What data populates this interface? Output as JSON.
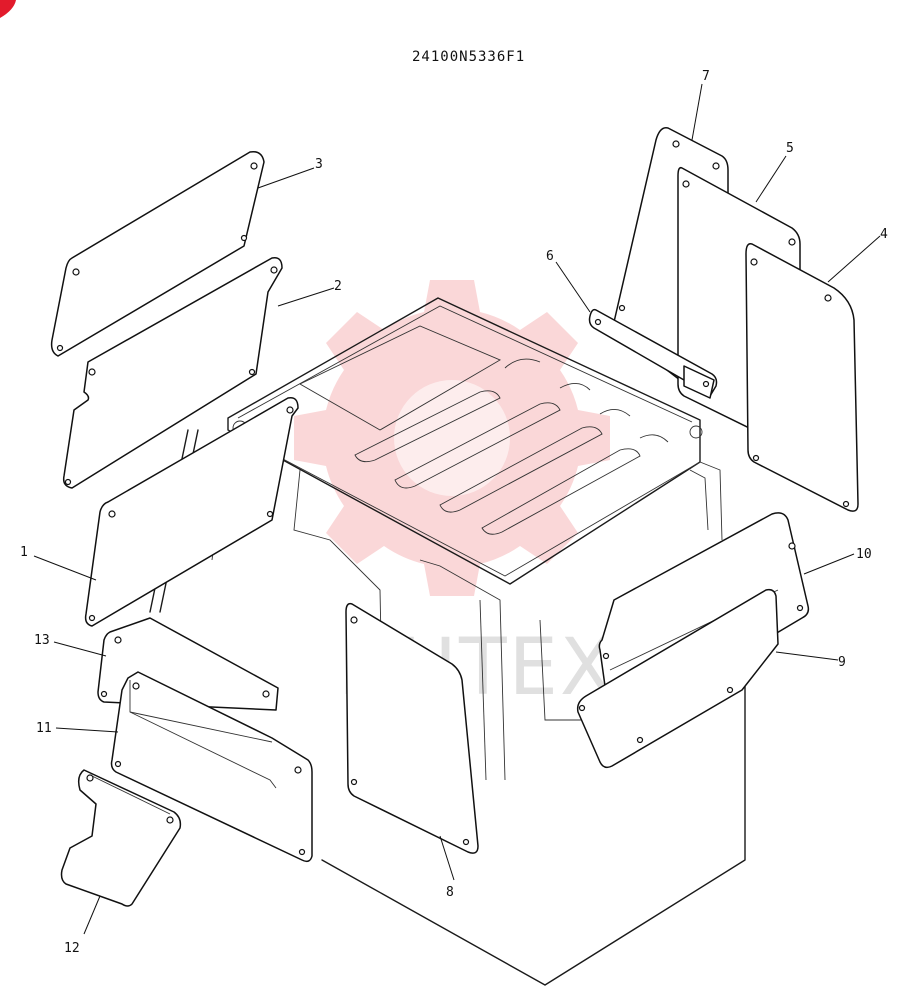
{
  "drawing_code": "24100N5336F1",
  "watermark": {
    "brand": "ИНТЕХ",
    "color": "#e8474c"
  },
  "accent_color": "#e21b2c",
  "callouts": [
    {
      "id": "c1",
      "label": "1"
    },
    {
      "id": "c2",
      "label": "2"
    },
    {
      "id": "c3",
      "label": "3"
    },
    {
      "id": "c4",
      "label": "4"
    },
    {
      "id": "c5",
      "label": "5"
    },
    {
      "id": "c6",
      "label": "6"
    },
    {
      "id": "c7",
      "label": "7"
    },
    {
      "id": "c8",
      "label": "8"
    },
    {
      "id": "c9",
      "label": "9"
    },
    {
      "id": "c10",
      "label": "10"
    },
    {
      "id": "c11",
      "label": "11"
    },
    {
      "id": "c12",
      "label": "12"
    },
    {
      "id": "c13",
      "label": "13"
    }
  ]
}
